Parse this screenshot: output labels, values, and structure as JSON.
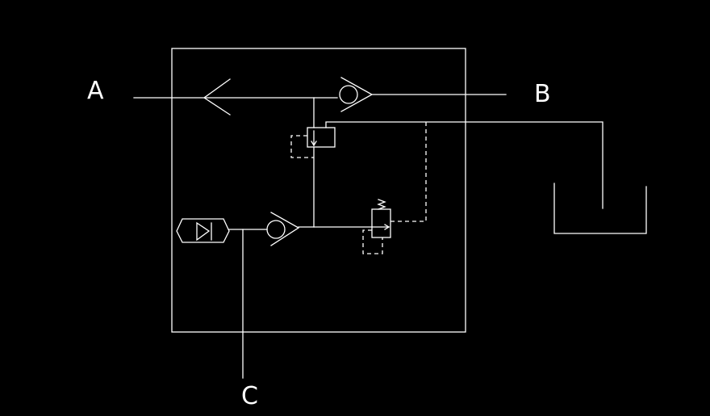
{
  "ports": {
    "a": "A",
    "b": "B",
    "c": "C"
  },
  "colors": {
    "background": "#000000",
    "line": "#ffffff"
  },
  "symbols": [
    "cartridge-housing",
    "port-a-connector",
    "check-valve-b",
    "pilot-operated-valve",
    "relief-valve",
    "check-valve-c",
    "filter-element",
    "tank"
  ]
}
